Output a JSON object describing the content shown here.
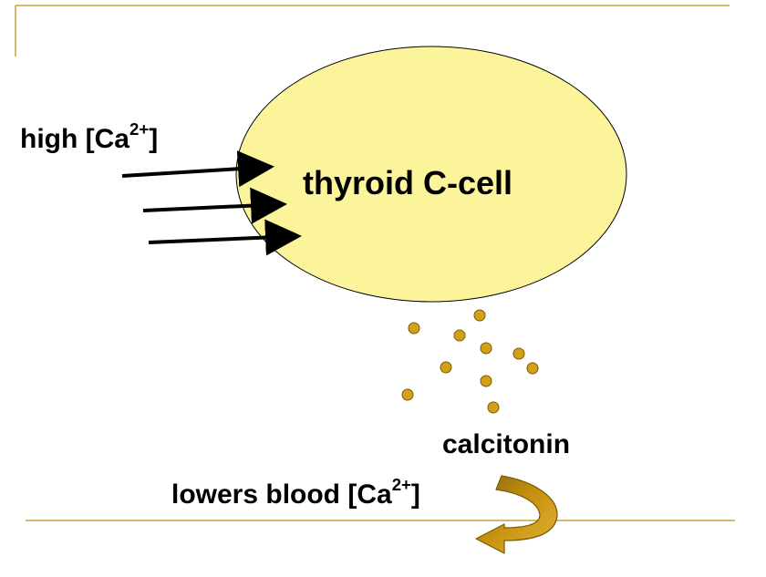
{
  "diagram": {
    "stimulus": {
      "text": "high [Ca",
      "superscript": "2+",
      "suffix": "]"
    },
    "cell": {
      "label": "thyroid C-cell"
    },
    "hormone": {
      "label": "calcitonin"
    },
    "effect": {
      "text": "lowers blood [Ca",
      "superscript": "2+",
      "suffix": "]"
    }
  },
  "colors": {
    "frame_line": "#c8a23a",
    "cell_fill": "#fcf49a",
    "cell_stroke": "#000000",
    "granule_fill": "#d4a017",
    "granule_stroke": "#7a5a00",
    "curved_arrow_fill": "#c9930f",
    "curved_arrow_stroke": "#7a5a00",
    "arrow_color": "#000000"
  }
}
